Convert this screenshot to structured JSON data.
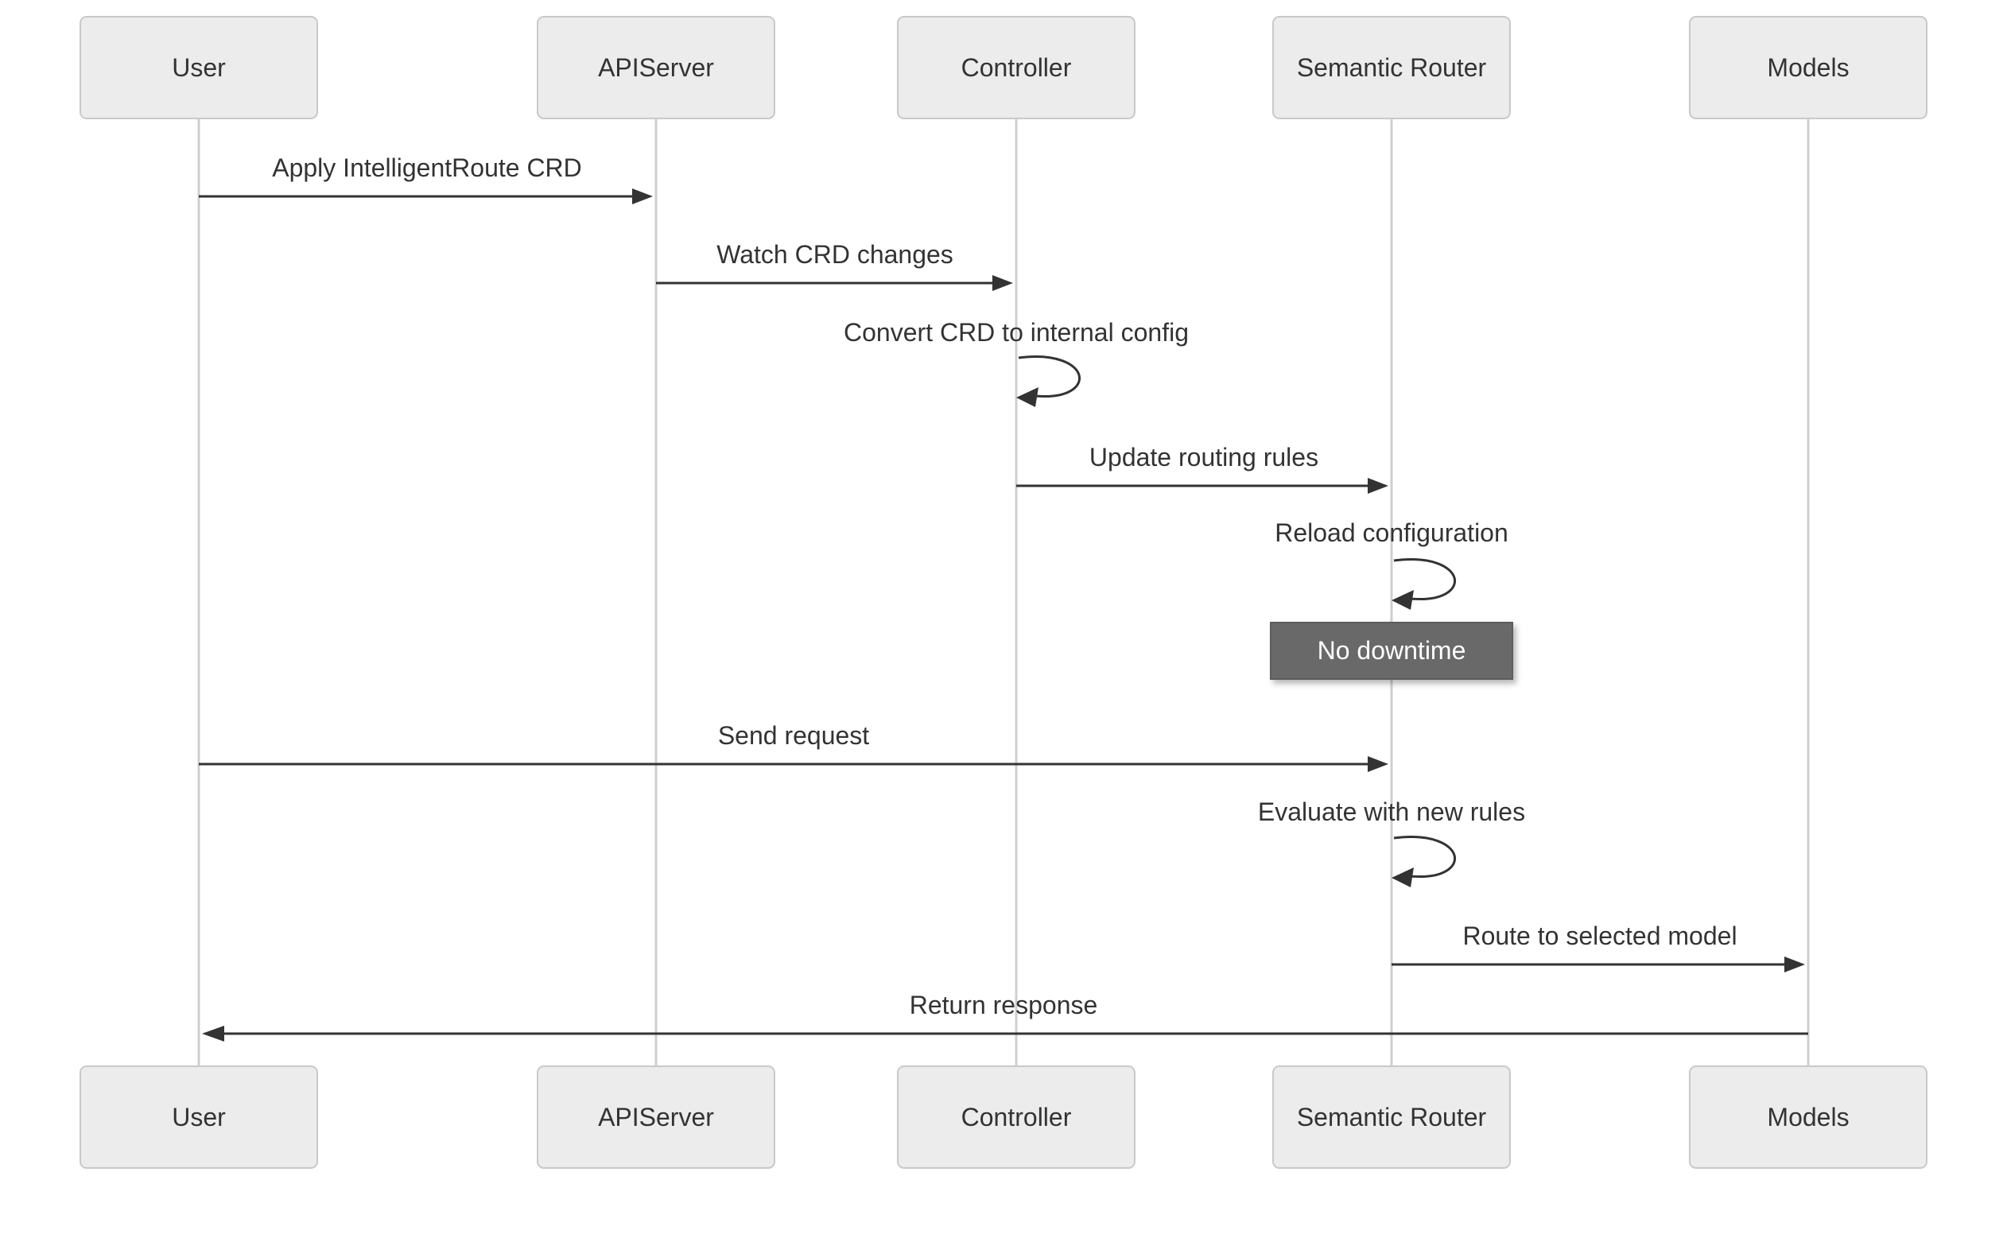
{
  "diagram": {
    "kind": "sequence-diagram",
    "background": "#ffffff",
    "actors": [
      {
        "name": "User"
      },
      {
        "name": "APIServer"
      },
      {
        "name": "Controller"
      },
      {
        "name": "Semantic Router"
      },
      {
        "name": "Models"
      }
    ],
    "messages": [
      {
        "from": "User",
        "to": "APIServer",
        "label": "Apply IntelligentRoute CRD",
        "style": "solid",
        "direction": "right"
      },
      {
        "from": "APIServer",
        "to": "Controller",
        "label": "Watch CRD changes",
        "style": "solid",
        "direction": "right"
      },
      {
        "from": "Controller",
        "to": "Controller",
        "label": "Convert CRD to internal config",
        "style": "self-loop"
      },
      {
        "from": "Controller",
        "to": "Semantic Router",
        "label": "Update routing rules",
        "style": "solid",
        "direction": "right"
      },
      {
        "from": "Semantic Router",
        "to": "Semantic Router",
        "label": "Reload configuration",
        "style": "self-loop"
      },
      {
        "from": "User",
        "to": "Semantic Router",
        "label": "Send request",
        "style": "solid",
        "direction": "right"
      },
      {
        "from": "Semantic Router",
        "to": "Semantic Router",
        "label": "Evaluate with new rules",
        "style": "self-loop"
      },
      {
        "from": "Semantic Router",
        "to": "Models",
        "label": "Route to selected model",
        "style": "solid",
        "direction": "right"
      },
      {
        "from": "Models",
        "to": "User",
        "label": "Return response",
        "style": "solid",
        "direction": "left"
      }
    ],
    "note": {
      "text": "No downtime",
      "over": "Semantic Router"
    },
    "colors": {
      "actor_fill": "#ececec",
      "actor_border": "#c9c9c9",
      "text": "#333333",
      "message_line": "#333333",
      "lifeline": "#cfcfcf",
      "note_fill": "#696969",
      "note_border": "#5c5c5c",
      "note_text": "#ffffff"
    }
  }
}
